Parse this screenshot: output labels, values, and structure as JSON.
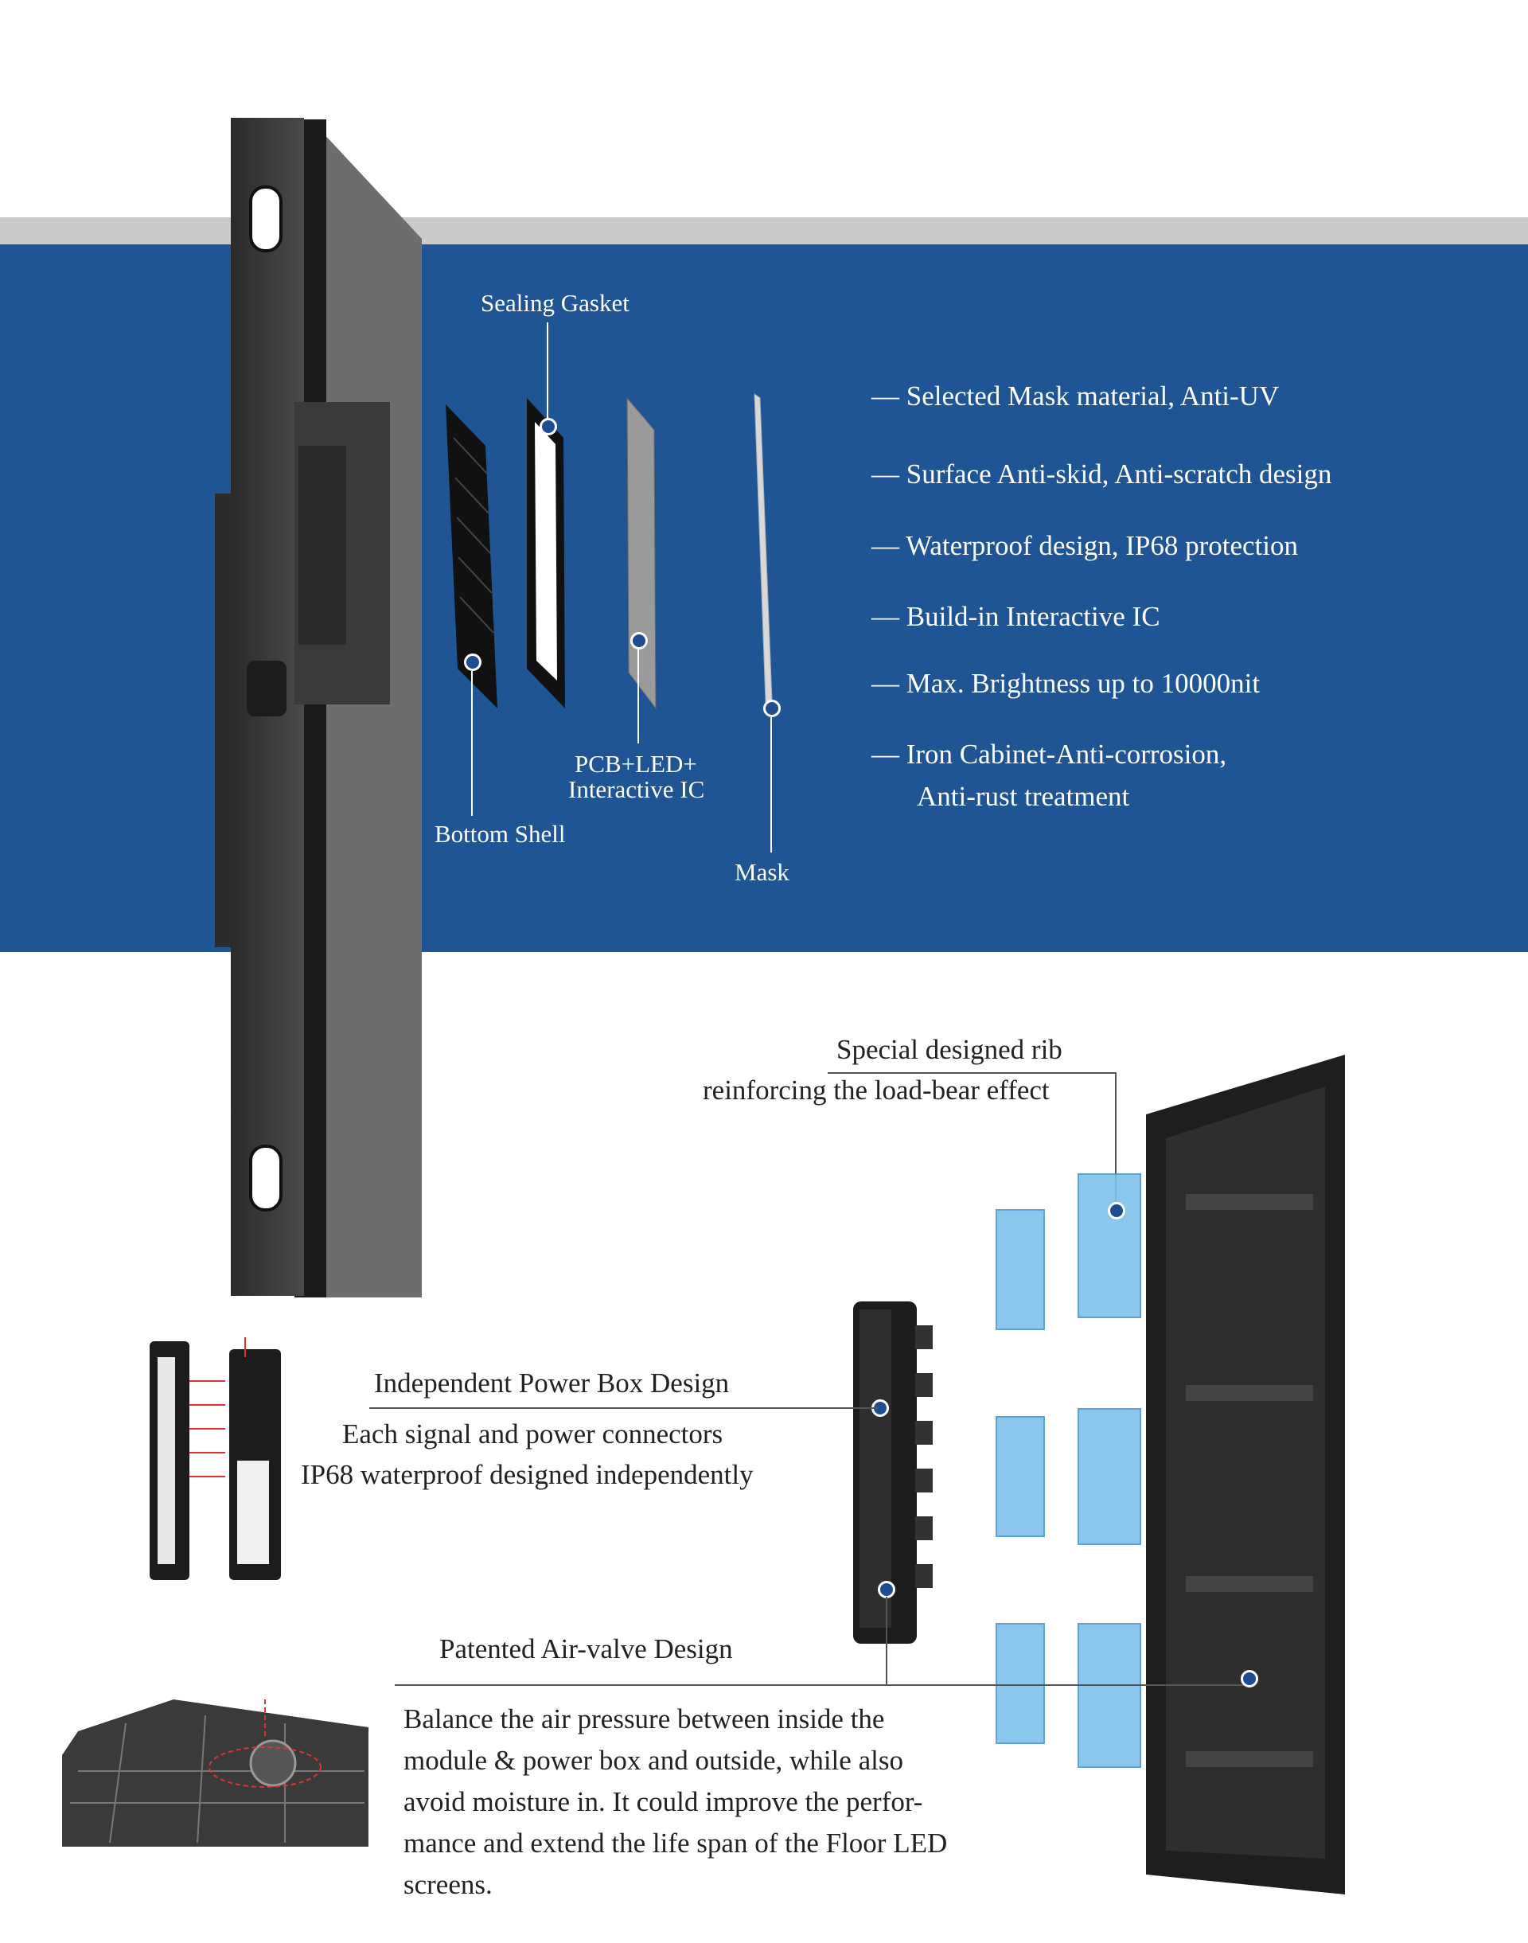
{
  "exploded": {
    "sealing_gasket": "Sealing Gasket",
    "pcb_led_line1": "PCB+LED+",
    "pcb_led_line2": "Interactive IC",
    "bottom_shell": "Bottom Shell",
    "mask": "Mask"
  },
  "features": [
    "— Selected Mask material, Anti-UV",
    "— Surface Anti-skid, Anti-scratch design",
    "— Waterproof design, IP68 protection",
    "— Build-in Interactive IC",
    "—  Max. Brightness up to 10000nit",
    "—  Iron Cabinet-Anti-corrosion,",
    "Anti-rust treatment"
  ],
  "rib": {
    "line1": "Special designed rib",
    "line2": "reinforcing the load-bear effect"
  },
  "power_box": {
    "title": "Independent Power Box Design",
    "line1": "Each signal and power connectors",
    "line2": "IP68 waterproof designed independently"
  },
  "air_valve": {
    "title": "Patented Air-valve Design",
    "lines": [
      "Balance the air pressure between inside the",
      "module & power box and outside, while also",
      "avoid moisture in. It could improve the perfor-",
      "mance and extend the life span of the Floor LED",
      "screens."
    ]
  },
  "colors": {
    "band_blue": "#1f5595",
    "band_grey": "#c9cacc",
    "dot_blue": "#1f4d92",
    "part_blue": "#7fc0ea"
  }
}
